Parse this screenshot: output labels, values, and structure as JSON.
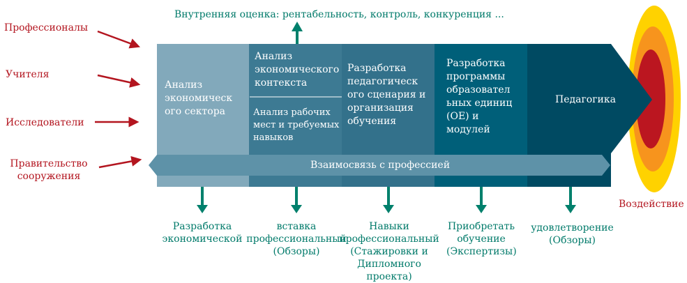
{
  "actors": [
    "Профессионалы",
    "Учителя",
    "Исследователи",
    "Правительство сооружения"
  ],
  "top_note": "Внутренняя оценка: рентабельность, контроль, конкуренция ...",
  "stages": [
    {
      "label": "Анализ экономическ ого сектора",
      "color": "#82a9bb"
    },
    {
      "label": "Анализ экономического контекста",
      "sub_label": "Анализ рабочих мест и требуемых навыков",
      "color": "#3d7a93"
    },
    {
      "label": "Разработка педагогическ ого сценария и организация обучения",
      "color": "#33718b"
    },
    {
      "label": "Разработка программы образовател ьных единиц (ОЕ) и модулей",
      "color": "#005f79"
    },
    {
      "label": "Педагогика",
      "color": "#004a62"
    }
  ],
  "band_label": "Взаимосвязь с профессией",
  "outcomes": [
    "Разработка экономической",
    "вставка профессиональный (Обзоры)",
    "Навыки профессиональный (Стажировки и Дипломного проекта)",
    "Приобретать обучение (Экспертизы)",
    "удовлетворение (Обзоры)"
  ],
  "impact_label": "Воздействие",
  "colors": {
    "red": "#b3151f",
    "teal": "#00806c",
    "band": "#5e92a8",
    "yellow": "#ffd200",
    "orange": "#f7941d",
    "target_red": "#bb1620"
  }
}
